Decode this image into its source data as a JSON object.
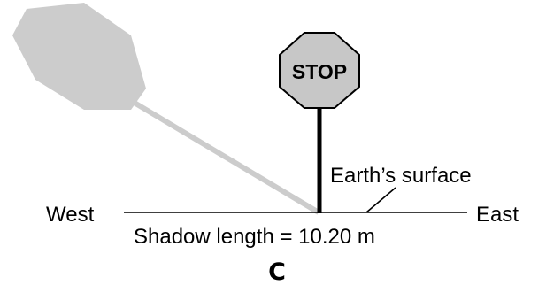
{
  "sign": {
    "text": "STOP"
  },
  "labels": {
    "west": "West",
    "east": "East",
    "surface": "Earth’s surface",
    "shadow": "Shadow length = 10.20 m",
    "panel": "C"
  },
  "colors": {
    "sign_fill": "#c7c7c7",
    "shadow": "#cccccc",
    "pole": "#000000",
    "ground": "#000000"
  }
}
